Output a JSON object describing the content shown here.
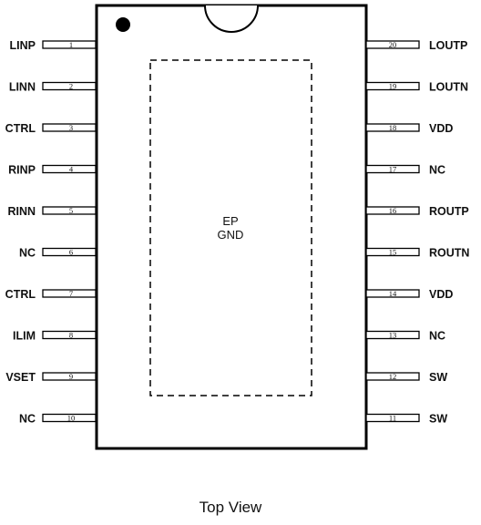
{
  "package": {
    "exposed_pad": {
      "line1": "EP",
      "line2": "GND"
    },
    "view_label": "Top View"
  },
  "pins": {
    "left": [
      {
        "number": "1",
        "name": "LINP"
      },
      {
        "number": "2",
        "name": "LINN"
      },
      {
        "number": "3",
        "name": "CTRL"
      },
      {
        "number": "4",
        "name": "RINP"
      },
      {
        "number": "5",
        "name": "RINN"
      },
      {
        "number": "6",
        "name": "NC"
      },
      {
        "number": "7",
        "name": "CTRL"
      },
      {
        "number": "8",
        "name": "ILIM"
      },
      {
        "number": "9",
        "name": "VSET"
      },
      {
        "number": "10",
        "name": "NC"
      }
    ],
    "right": [
      {
        "number": "20",
        "name": "LOUTP"
      },
      {
        "number": "19",
        "name": "LOUTN"
      },
      {
        "number": "18",
        "name": "VDD"
      },
      {
        "number": "17",
        "name": "NC"
      },
      {
        "number": "16",
        "name": "ROUTP"
      },
      {
        "number": "15",
        "name": "ROUTN"
      },
      {
        "number": "14",
        "name": "VDD"
      },
      {
        "number": "13",
        "name": "NC"
      },
      {
        "number": "12",
        "name": "SW"
      },
      {
        "number": "11",
        "name": "SW"
      }
    ]
  }
}
